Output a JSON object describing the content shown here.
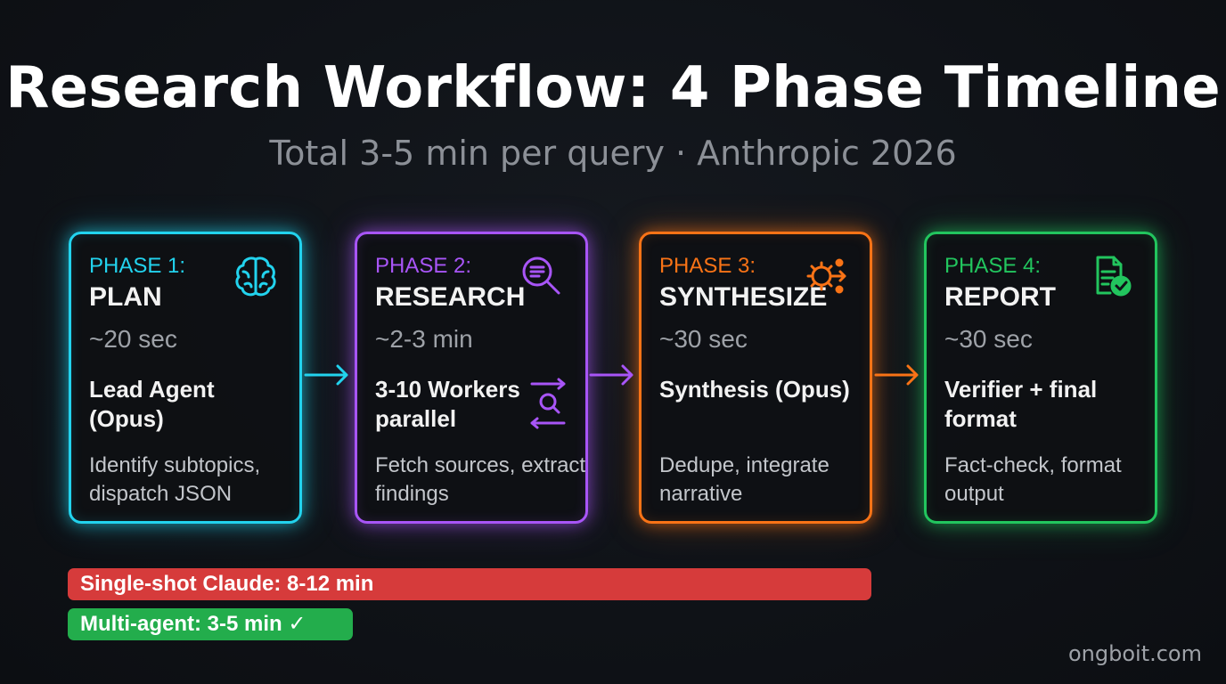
{
  "title": "Research Workflow: 4 Phase Timeline",
  "subtitle": "Total 3-5 min per query · Anthropic 2026",
  "phases": [
    {
      "label": "PHASE 1:",
      "name": "PLAN",
      "time": "~20 sec",
      "agent": "Lead Agent (Opus)",
      "desc": "Identify subtopics, dispatch JSON",
      "color": "#22d3ee",
      "icon": "brain-icon"
    },
    {
      "label": "PHASE 2:",
      "name": "RESEARCH",
      "time": "~2-3 min",
      "agent": "3-10 Workers parallel",
      "desc": "Fetch sources, extract findings",
      "color": "#a855f7",
      "icon": "search-document-icon"
    },
    {
      "label": "PHASE 3:",
      "name": "SYNTHESIZE",
      "time": "~30 sec",
      "agent": "Synthesis (Opus)",
      "desc": "Dedupe, integrate narrative",
      "color": "#f97316",
      "icon": "merge-gear-icon"
    },
    {
      "label": "PHASE 4:",
      "name": "REPORT",
      "time": "~30 sec",
      "agent": "Verifier + final format",
      "desc": "Fact-check, format output",
      "color": "#22c55e",
      "icon": "document-check-icon"
    }
  ],
  "comparison": {
    "single_shot": "Single-shot Claude: 8-12 min",
    "multi_agent": "Multi-agent: 3-5 min ✓",
    "single_color": "#d63b3b",
    "multi_color": "#23ad4c"
  },
  "watermark": "ongboit.com"
}
